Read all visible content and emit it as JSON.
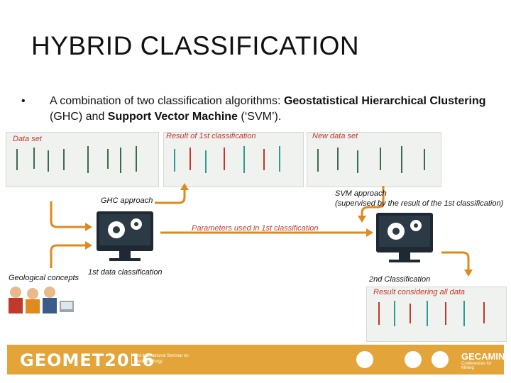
{
  "title": "HYBRID CLASSIFICATION",
  "bullet": {
    "marker": "•",
    "prefix": "A combination of two classification algorithms: ",
    "ghc_bold": "Geostatistical Hierarchical Clustering",
    "mid1": " (GHC) and ",
    "svm_bold": "Support Vector Machine",
    "suffix": " (‘SVM’)."
  },
  "labels": {
    "data_set": "Data set",
    "result_first": "Result of 1st classification",
    "new_data_set": "New data set",
    "ghc_approach": "GHC approach",
    "svm_approach": "SVM approach",
    "svm_supervised": "(supervised by the result of the 1st classification)",
    "parameters": "Parameters used in 1st classification",
    "first_data_class": "1st data classification",
    "geological": "Geological concepts",
    "second_class": "2nd Classification",
    "result_considering": "Result considering all data"
  },
  "footer": {
    "logo": "GEOMET2016",
    "subtitle": "3rd International Seminar on Geometallurgy",
    "gecamin": "GECAMIN",
    "gecamin_sub": "Conferences for Mining"
  },
  "colors": {
    "label_red": "#c0392b",
    "arrow_orange": "#e08a1e",
    "panel_bg": "#f0f2f0",
    "footer_bg": "#e3a53a",
    "monitor": "#1f2933"
  }
}
